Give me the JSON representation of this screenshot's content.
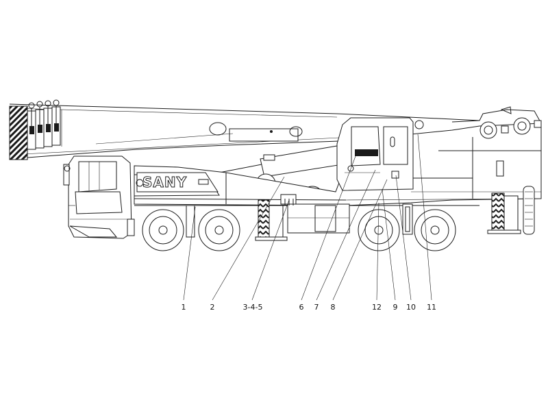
{
  "diagram": {
    "brand_logo": "SANY",
    "callouts": [
      {
        "id": "c1",
        "label": "1"
      },
      {
        "id": "c2",
        "label": "2"
      },
      {
        "id": "c345",
        "label": "3-4-5"
      },
      {
        "id": "c6",
        "label": "6"
      },
      {
        "id": "c7",
        "label": "7"
      },
      {
        "id": "c8",
        "label": "8"
      },
      {
        "id": "c12",
        "label": "12"
      },
      {
        "id": "c9",
        "label": "9"
      },
      {
        "id": "c10",
        "label": "10"
      },
      {
        "id": "c11",
        "label": "11"
      }
    ]
  }
}
